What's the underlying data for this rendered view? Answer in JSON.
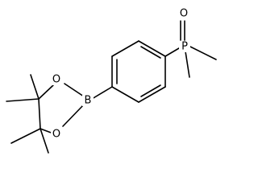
{
  "structure": {
    "atoms": {
      "phosphorus": "P",
      "phosphoryl_oxygen": "O",
      "boron": "B",
      "ring_oxygen_top": "O",
      "ring_oxygen_bottom": "O"
    },
    "colors": {
      "bond": "#000000",
      "text": "#000000",
      "background": "#ffffff"
    }
  }
}
